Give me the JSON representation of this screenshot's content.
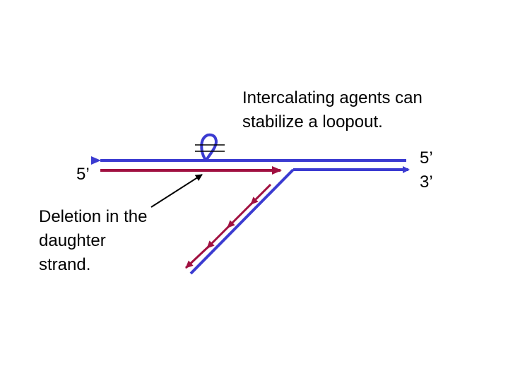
{
  "annotations": {
    "intercalating_line1": "Intercalating agents can",
    "intercalating_line2": "stabilize a loopout.",
    "deletion_line1": "Deletion in the",
    "deletion_line2": "daughter",
    "deletion_line3": "strand."
  },
  "strand_labels": {
    "left_five_prime": "5’",
    "right_five_prime": "5’",
    "right_three_prime": "3’"
  },
  "colors": {
    "parent_strand": "#3b3bd1",
    "daughter_strand": "#a01040",
    "pointer": "#000000"
  },
  "icons": [
    "loopout-icon",
    "intercalator-icon",
    "arrowhead-icon"
  ]
}
